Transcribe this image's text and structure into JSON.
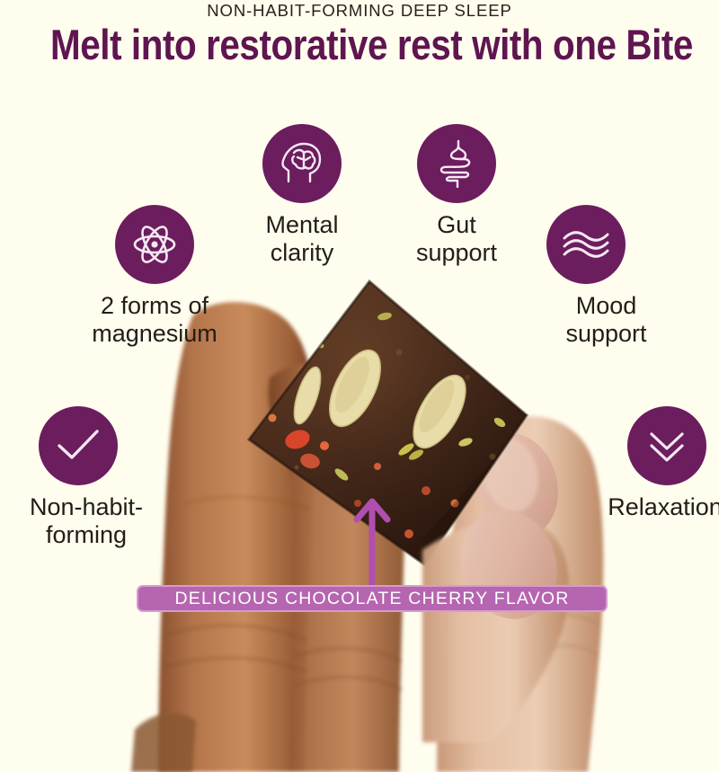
{
  "page": {
    "background_color": "#FFFDEE",
    "brand_purple": "#6B1D5E",
    "headline_purple": "#5E1550",
    "banner_color": "#B665B0",
    "text_color": "#231D18"
  },
  "header": {
    "eyebrow": "NON-HABIT-FORMING DEEP SLEEP",
    "headline": "Melt into restorative rest with one Bite"
  },
  "features": [
    {
      "id": "magnesium",
      "icon": "atom-icon",
      "label": "2 forms of\nmagnesium"
    },
    {
      "id": "mental",
      "icon": "brain-head-icon",
      "label": "Mental\nclarity"
    },
    {
      "id": "gut",
      "icon": "intestine-icon",
      "label": "Gut\nsupport"
    },
    {
      "id": "mood",
      "icon": "waves-icon",
      "label": "Mood\nsupport"
    },
    {
      "id": "nonhabit",
      "icon": "checkmark-icon",
      "label": "Non-habit-\nforming"
    },
    {
      "id": "relax",
      "icon": "double-chevron-down-icon",
      "label": "Relaxation"
    }
  ],
  "callout": {
    "banner_text": "DELICIOUS CHOCOLATE CHERRY FLAVOR",
    "arrow_icon": "arrow-up-icon",
    "arrow_color": "#B04FB0"
  },
  "product_photo": {
    "subject": "hand-holding-chocolate-bite",
    "description": "Fingers holding a dark chocolate cherry square bite with almond slices and seeds"
  }
}
